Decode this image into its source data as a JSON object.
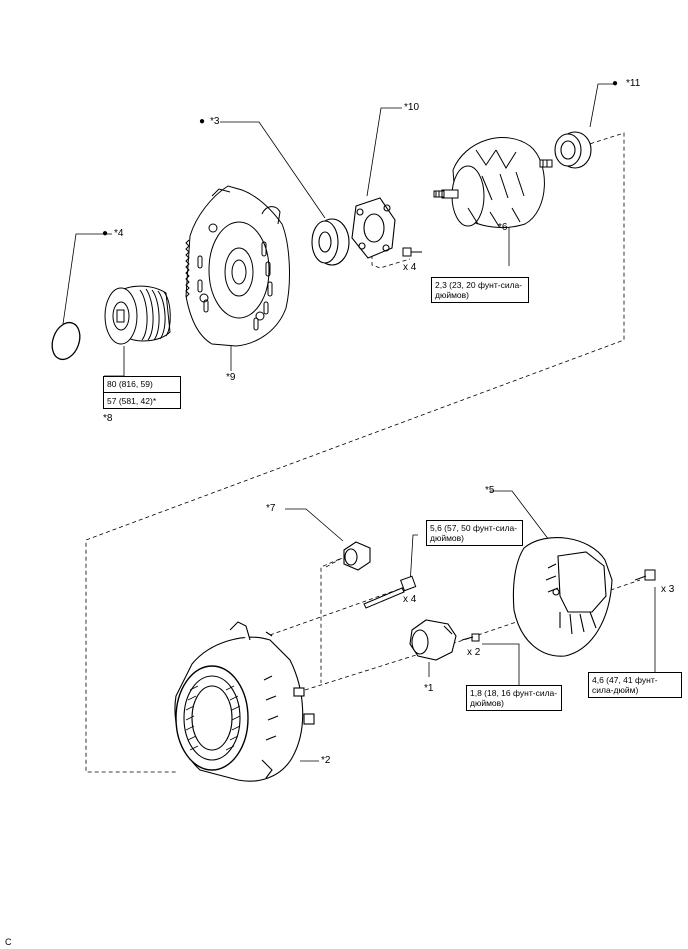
{
  "colors": {
    "line": "#000000",
    "background": "#ffffff",
    "part_fill": "#ffffff",
    "hatch": "#000000"
  },
  "parts": {
    "p1": "*1",
    "p2": "*2",
    "p3": "*3",
    "p4": "*4",
    "p5": "*5",
    "p6": "*6",
    "p7": "*7",
    "p8": "*8",
    "p9": "*9",
    "p10": "*10",
    "p11": "*11"
  },
  "bullets": {
    "p3": "●",
    "p4": "●",
    "p11": "●"
  },
  "quantities": {
    "pulley_bolts": "x 4",
    "housing_bolts": "x 4",
    "regulator_screws": "x 2",
    "cover_nuts": "x 3"
  },
  "torque": {
    "pulley_line1": "80 (816, 59)",
    "pulley_line2": "57 (581, 42)*",
    "bearing_retainer": "2,3 (23, 20 фунт-сила-дюймов)",
    "through_bolt": "5,6 (57, 50 фунт-сила-дюймов)",
    "regulator": "1,8 (18, 16 фунт-сила-дюймов)",
    "rear_cover": "4,6 (47, 41 фунт-сила-дюйм)"
  },
  "corner_code": "C"
}
